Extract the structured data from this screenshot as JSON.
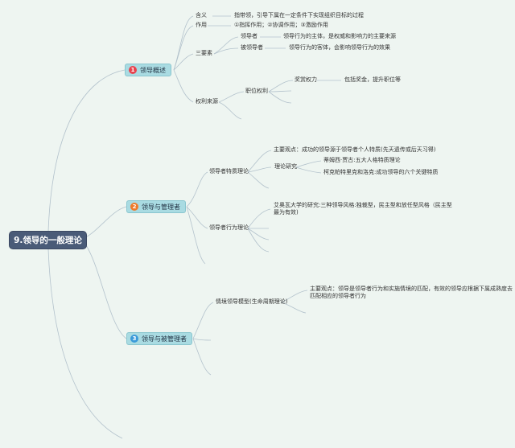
{
  "root": {
    "title": "9.领导的一般理论"
  },
  "branches": [
    {
      "num": "1",
      "color": "#e8434f",
      "label": "领导概述"
    },
    {
      "num": "2",
      "color": "#ee7a2a",
      "label": "领导与管理者"
    },
    {
      "num": "3",
      "color": "#3a9ad9",
      "label": "领导与被管理者"
    }
  ],
  "b1": {
    "hanyi": "含义",
    "hanyi_text": "指带领，引导下属在一定条件下实现组织目标的过程",
    "zuoyong": "作用",
    "zuoyong_text": "①指挥作用；②协调作用；③激励作用",
    "sanyaosu": "三要素",
    "lingdaozhe": "领导者",
    "lingdaozhe_text": "领导行为的主体，是权威和影响力的主要来源",
    "beilingdaozhe": "被领导者",
    "beilingdaozhe_text": "领导行为的客体，会影响领导行为的效果",
    "quanli": "权利来源",
    "zhiwei": "职位权利",
    "jiangshang": "奖赏权力",
    "jiangshang_text": "包括奖金，提升职位等"
  },
  "b2": {
    "tezhi": "领导者特质理论",
    "guandian": "主要观点：成功的领导源于领导者个人特质(先天遗传或后天习得)",
    "yanjiu": "理论研究",
    "yanjiu1": "蒂姆西·贾古:五大人格特质理论",
    "yanjiu2": "柯克帕特里克和洛克:成功领导的六个关键特质",
    "xingwei": "领导者行为理论",
    "aihe": "艾奥瓦大学的研究:三种领导风格:独裁型，民主型和放任型风格（民主型最为有效)"
  },
  "b3": {
    "qingjing": "情境领导模型(生命周期理论)",
    "guandian": "主要观点：领导是领导者行为和实施情境的匹配，有效的领导应根据下属成熟度去匹配相应的领导者行为"
  }
}
